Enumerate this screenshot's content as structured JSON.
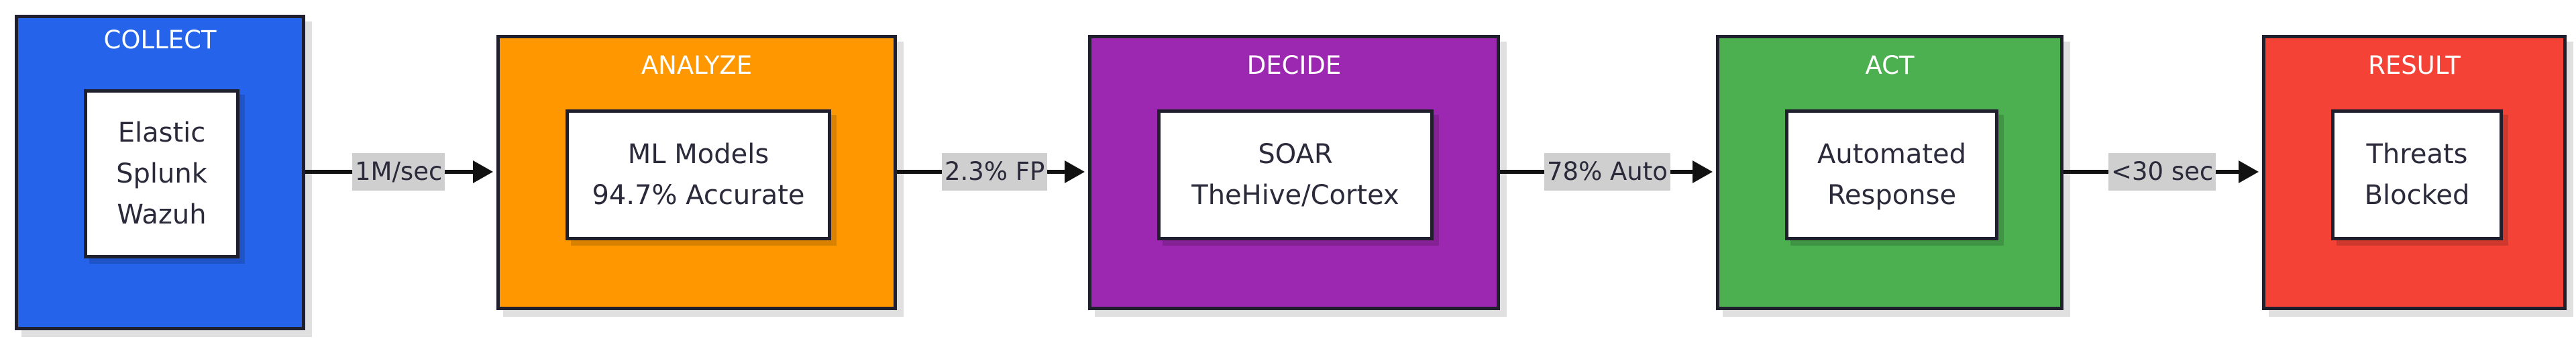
{
  "stages": [
    {
      "title": "COLLECT",
      "lines": [
        "Elastic",
        "Splunk",
        "Wazuh"
      ],
      "color": "#2563eb"
    },
    {
      "title": "ANALYZE",
      "lines": [
        "ML Models",
        "94.7% Accurate"
      ],
      "color": "#ff9800"
    },
    {
      "title": "DECIDE",
      "lines": [
        "SOAR",
        "TheHive/Cortex"
      ],
      "color": "#9c27b0"
    },
    {
      "title": "ACT",
      "lines": [
        "Automated",
        "Response"
      ],
      "color": "#4caf50"
    },
    {
      "title": "RESULT",
      "lines": [
        "Threats",
        "Blocked"
      ],
      "color": "#f44336"
    }
  ],
  "edges": [
    {
      "label": "1M/sec"
    },
    {
      "label": "2.3% FP"
    },
    {
      "label": "78% Auto"
    },
    {
      "label": "<30 sec"
    }
  ]
}
